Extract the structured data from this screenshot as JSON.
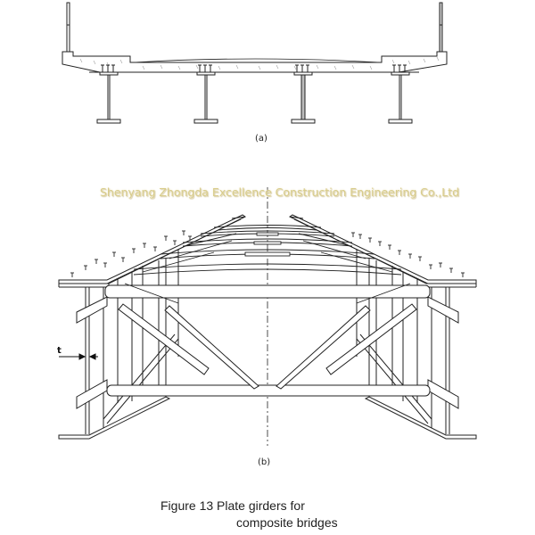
{
  "figure": {
    "number": "Figure 13",
    "caption_line1": "Figure 13  Plate girders for",
    "caption_line2": "composite bridges"
  },
  "panel_a": {
    "label": "(a)",
    "description": "Cross-section of composite bridge deck: concrete slab with parapet railings on four steel I-girders with shear studs",
    "girder_count": 4,
    "studs_per_girder": 3
  },
  "panel_b": {
    "label": "(b)",
    "description": "Isometric view of steel plate girder bridge with cross-bracing, stiffeners and shear connectors",
    "dimension_label": "t"
  },
  "watermark": {
    "text": "Shenyang Zhongda Excellence Construction Engineering Co.,Ltd",
    "color": "#d8cc8a"
  },
  "colors": {
    "line": "#222222",
    "hatch": "#9a9a9a",
    "background": "#ffffff"
  }
}
